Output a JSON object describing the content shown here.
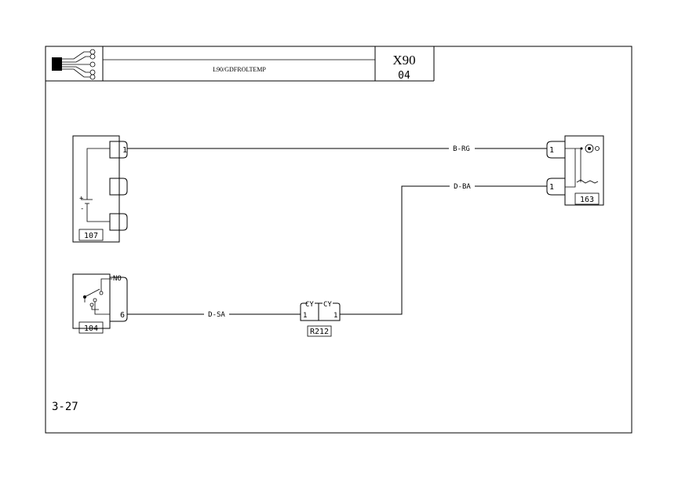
{
  "header": {
    "title": "L90/GDFROLTEMP",
    "sheet_code": "X90",
    "sheet_number": "04"
  },
  "page_reference": "3-27",
  "components": {
    "c107": {
      "ref": "107",
      "pin": "1",
      "plus": "+",
      "minus": "-"
    },
    "c104": {
      "ref": "104",
      "pin_no": "NO",
      "pin": "6"
    },
    "r212": {
      "ref": "R212",
      "left_tag": "CY",
      "right_tag": "CY",
      "left_pin": "1",
      "right_pin": "1"
    },
    "c163": {
      "ref": "163",
      "pin_top": "1",
      "pin_bottom": "1"
    }
  },
  "wires": [
    {
      "label": "B-RG"
    },
    {
      "label": "D-BA"
    },
    {
      "label": "D-SA"
    }
  ],
  "colors": {
    "line": "#000000",
    "background": "#ffffff"
  }
}
